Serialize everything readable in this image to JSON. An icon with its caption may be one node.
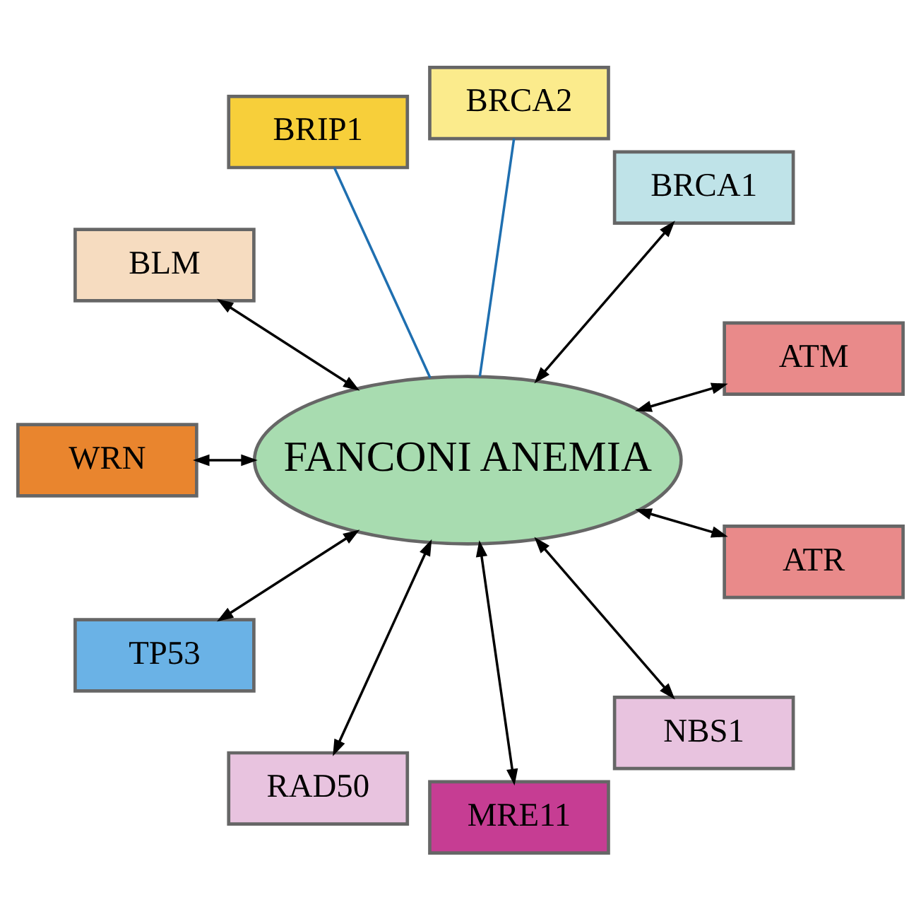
{
  "diagram": {
    "nodes": [
      {
        "text": [
          "FANCONI ANEMIA"
        ]
      },
      {
        "text": [
          "ATM"
        ]
      },
      {
        "text": [
          "BRCA1"
        ]
      },
      {
        "text": [
          "BRCA2"
        ]
      },
      {
        "text": [
          "BRIP1"
        ]
      },
      {
        "text": [
          "BLM"
        ]
      },
      {
        "text": [
          "WRN"
        ]
      },
      {
        "text": [
          "TP53"
        ]
      },
      {
        "text": [
          "RAD50"
        ]
      },
      {
        "text": [
          "MRE11"
        ]
      },
      {
        "text": [
          "NBS1"
        ]
      },
      {
        "text": [
          "ATR"
        ]
      }
    ],
    "edges": [
      {
        "from": 0,
        "to": 1,
        "arrow": "both"
      },
      {
        "from": 0,
        "to": 2,
        "arrow": "both"
      },
      {
        "from": 0,
        "to": 3,
        "arrow": "none",
        "color": "#1f6fb0"
      },
      {
        "from": 0,
        "to": 4,
        "arrow": "none",
        "color": "#1f6fb0"
      },
      {
        "from": 0,
        "to": 5,
        "arrow": "both"
      },
      {
        "from": 0,
        "to": 6,
        "arrow": "both"
      },
      {
        "from": 0,
        "to": 7,
        "arrow": "both"
      },
      {
        "from": 0,
        "to": 8,
        "arrow": "both"
      },
      {
        "from": 0,
        "to": 9,
        "arrow": "both"
      },
      {
        "from": 0,
        "to": 10,
        "arrow": "both"
      },
      {
        "from": 0,
        "to": 11,
        "arrow": "both"
      }
    ]
  }
}
